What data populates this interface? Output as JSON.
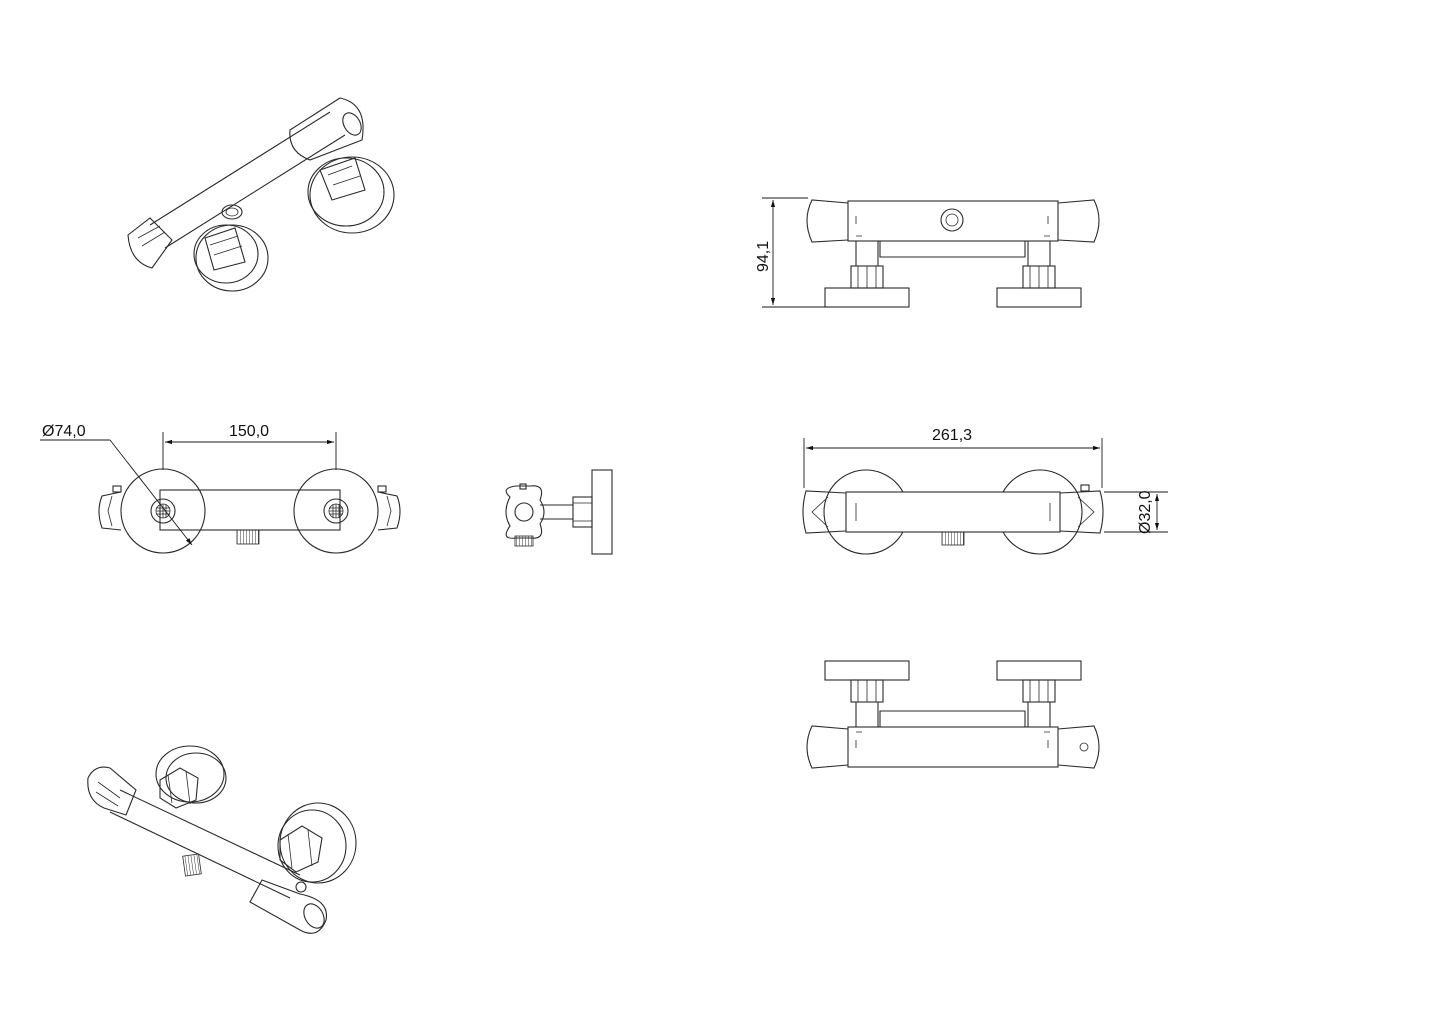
{
  "drawing": {
    "dimensions": {
      "height": "94,1",
      "diameter_flange": "Ø74,0",
      "center_distance": "150,0",
      "overall_length": "261,3",
      "diameter_body": "Ø32,0"
    },
    "colors": {
      "line": "#2a2a2a",
      "background": "#ffffff"
    }
  }
}
